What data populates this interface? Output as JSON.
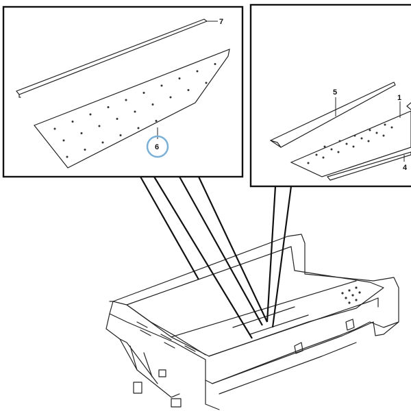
{
  "callouts": {
    "part_7": "7",
    "part_6": "6",
    "part_5": "5",
    "part_1": "1",
    "part_4": "4"
  },
  "highlight_color": "#7ab0d8"
}
